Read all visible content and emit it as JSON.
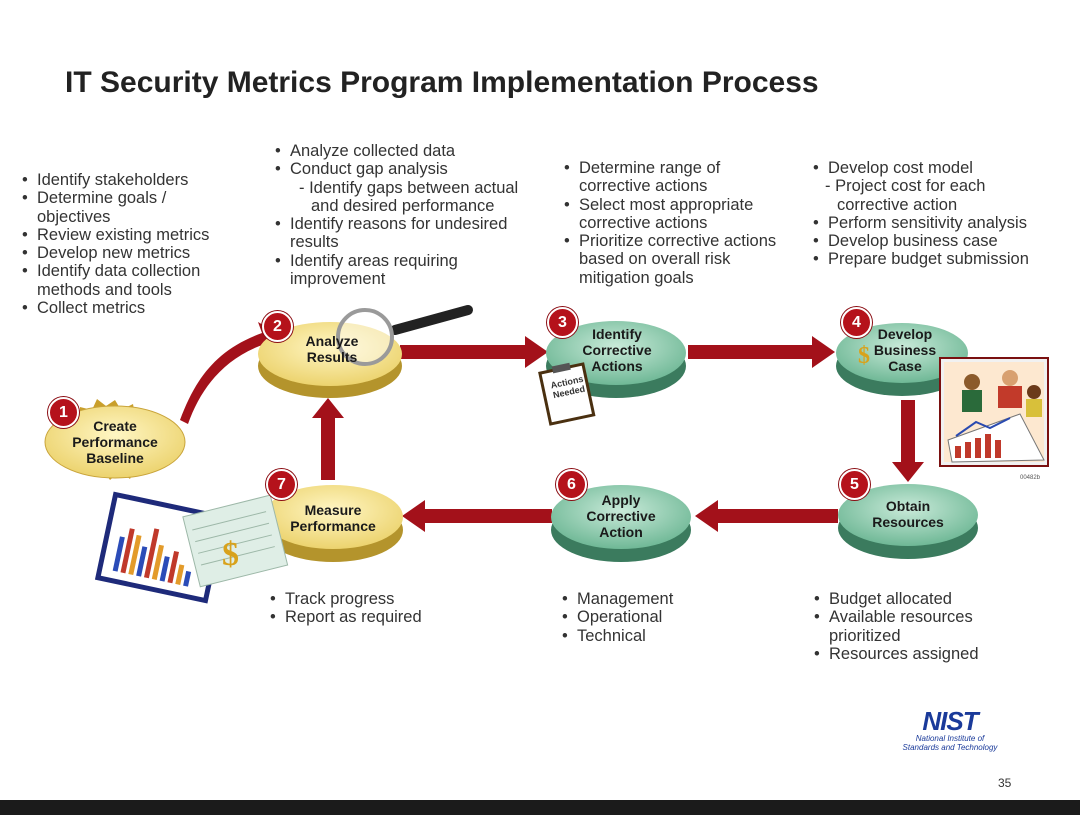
{
  "title": "IT Security Metrics Program Implementation Process",
  "steps": [
    {
      "num": "1",
      "label_lines": [
        "Create",
        "Performance",
        "Baseline"
      ]
    },
    {
      "num": "2",
      "label_lines": [
        "Analyze",
        "Results"
      ]
    },
    {
      "num": "3",
      "label_lines": [
        "Identify",
        "Corrective",
        "Actions"
      ]
    },
    {
      "num": "4",
      "label_lines": [
        "Develop",
        "Business",
        "Case"
      ]
    },
    {
      "num": "5",
      "label_lines": [
        "Obtain",
        "Resources"
      ]
    },
    {
      "num": "6",
      "label_lines": [
        "Apply",
        "Corrective",
        "Action"
      ]
    },
    {
      "num": "7",
      "label_lines": [
        "Measure",
        "Performance"
      ]
    }
  ],
  "notes": {
    "step1": [
      "Identify stakeholders",
      "Determine goals /",
      "objectives",
      "Review existing metrics",
      "Develop new metrics",
      "Identify data collection",
      "methods and tools",
      "Collect metrics"
    ],
    "step2": [
      "Analyze collected data",
      "Conduct gap analysis",
      "- Identify gaps between actual",
      "and desired performance",
      "Identify reasons for undesired",
      "results",
      "Identify areas requiring",
      "improvement"
    ],
    "step3": [
      "Determine range of",
      "corrective actions",
      "Select most appropriate",
      "corrective actions",
      "Prioritize corrective actions",
      "based on overall risk",
      "mitigation goals"
    ],
    "step4": [
      "Develop cost model",
      "- Project cost for each",
      "corrective action",
      "Perform sensitivity analysis",
      "Develop business case",
      "Prepare budget submission"
    ],
    "step5": [
      "Budget allocated",
      "Available resources",
      "prioritized",
      "Resources assigned"
    ],
    "step6": [
      "Management",
      "Operational",
      "Technical"
    ],
    "step7": [
      "Track progress",
      "Report as required"
    ]
  },
  "clipboard_text": [
    "Actions",
    "Needed"
  ],
  "image_code": "00482b",
  "logo": {
    "word": "NIST",
    "line1": "National Institute of",
    "line2": "Standards and Technology"
  },
  "page_number": "35",
  "colors": {
    "accent_red": "#b5121b",
    "arrow_red": "#a3111a",
    "node_yellow": "#f3df8a",
    "node_green": "#7fc4a4",
    "logo_blue": "#1a3a9a"
  }
}
